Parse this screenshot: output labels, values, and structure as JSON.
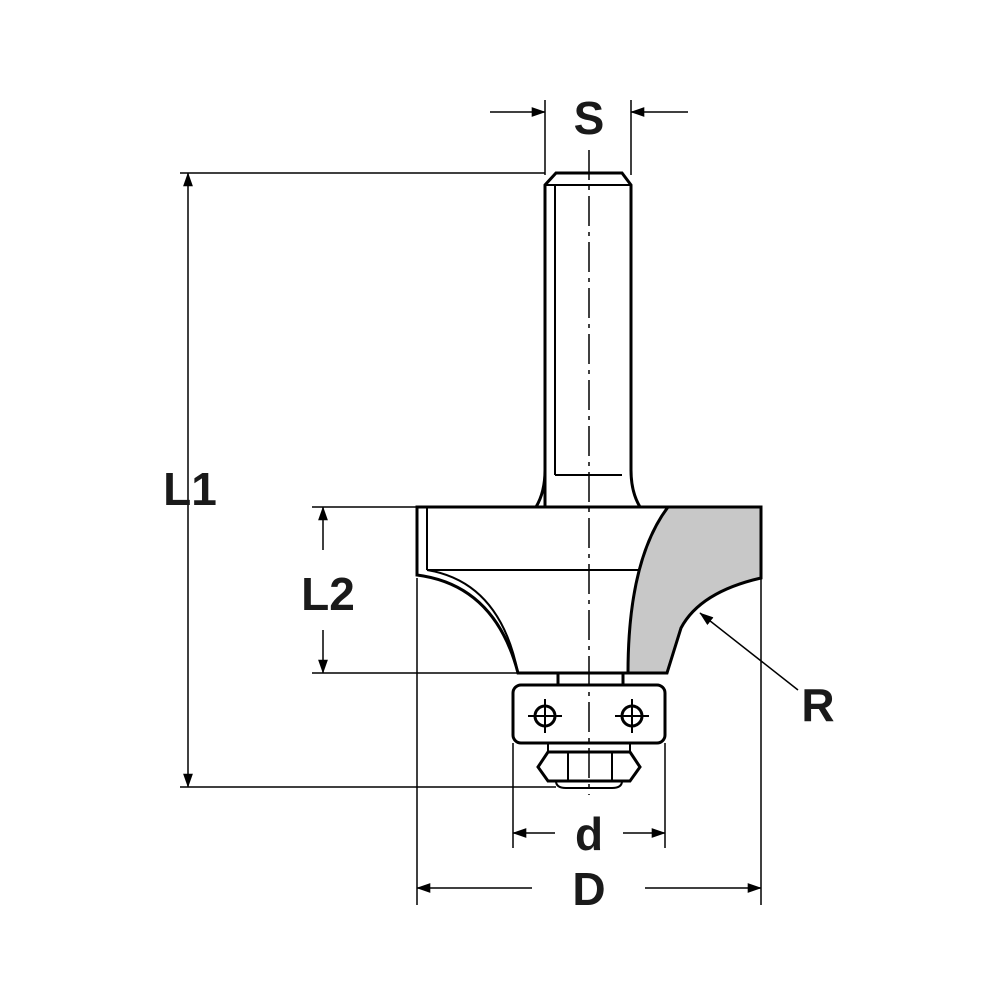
{
  "labels": {
    "S": "S",
    "L1": "L1",
    "L2": "L2",
    "R": "R",
    "d": "d",
    "D": "D"
  },
  "colors": {
    "line": "#000000",
    "cutter_fill": "#c8c8c8",
    "background": "#ffffff"
  }
}
